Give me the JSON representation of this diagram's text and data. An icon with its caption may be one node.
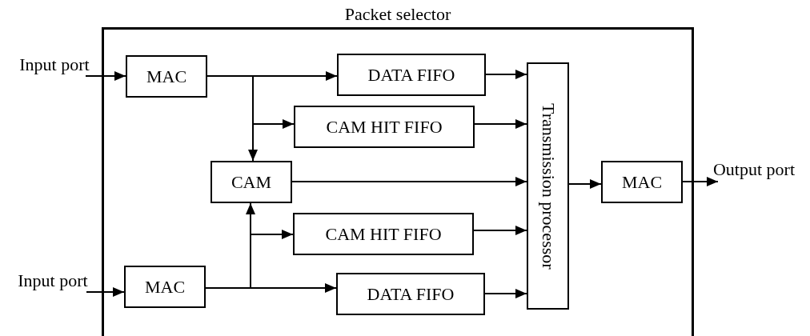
{
  "diagram": {
    "nodes": [
      {
        "text": [
          "Packet selector"
        ]
      },
      {
        "text": [
          "Input port"
        ]
      },
      {
        "text": [
          "MAC"
        ],
        "in": 0
      },
      {
        "text": [
          "DATA FIFO"
        ],
        "in": 0
      },
      {
        "text": [
          "CAM HIT FIFO"
        ],
        "in": 0
      },
      {
        "text": [
          "CAM"
        ],
        "in": 0
      },
      {
        "text": [
          "Transmission processor"
        ],
        "in": 0
      },
      {
        "text": [
          "MAC"
        ],
        "in": 0
      },
      {
        "text": [
          "Output port"
        ]
      },
      {
        "text": [
          "CAM HIT FIFO"
        ],
        "in": 0
      },
      {
        "text": [
          "Input port"
        ]
      },
      {
        "text": [
          "MAC"
        ],
        "in": 0
      },
      {
        "text": [
          "DATA FIFO"
        ],
        "in": 0
      }
    ],
    "edges": [
      {
        "from": 1,
        "to": 2,
        "arrow": "to"
      },
      {
        "from": 2,
        "to": 3,
        "arrow": "to"
      },
      {
        "from": 2,
        "to": 4,
        "arrow": "to"
      },
      {
        "from": 2,
        "to": 5,
        "arrow": "to"
      },
      {
        "from": 3,
        "to": 6,
        "arrow": "to"
      },
      {
        "from": 4,
        "to": 6,
        "arrow": "to"
      },
      {
        "from": 5,
        "to": 6,
        "arrow": "to"
      },
      {
        "from": 9,
        "to": 6,
        "arrow": "to"
      },
      {
        "from": 12,
        "to": 6,
        "arrow": "to"
      },
      {
        "from": 6,
        "to": 7,
        "arrow": "to"
      },
      {
        "from": 7,
        "to": 8,
        "arrow": "to"
      },
      {
        "from": 10,
        "to": 11,
        "arrow": "to"
      },
      {
        "from": 11,
        "to": 12,
        "arrow": "to"
      },
      {
        "from": 11,
        "to": 9,
        "arrow": "to"
      },
      {
        "from": 11,
        "to": 5,
        "arrow": "to"
      }
    ]
  }
}
